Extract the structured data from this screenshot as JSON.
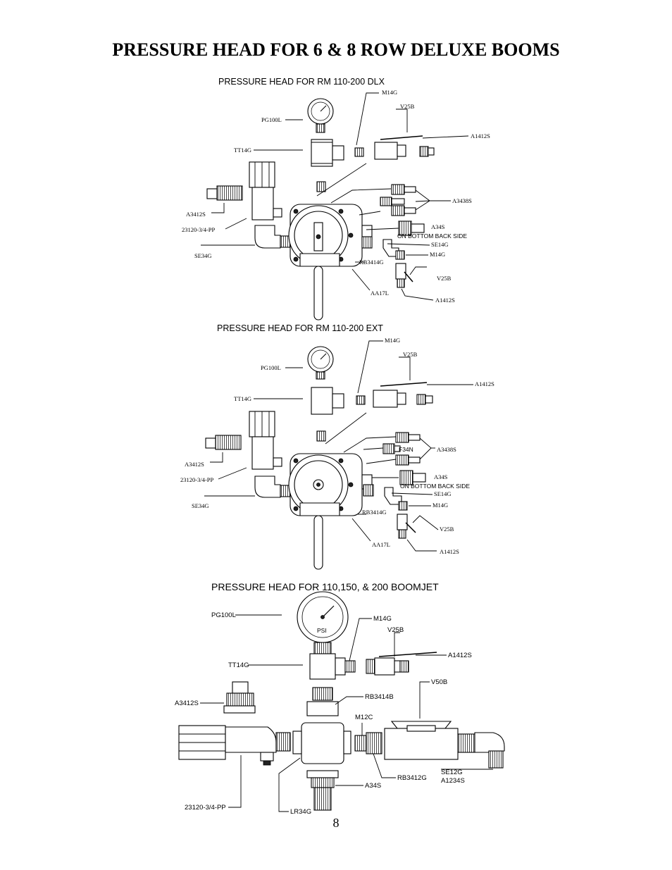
{
  "page": {
    "title": "PRESSURE HEAD FOR 6 & 8 ROW DELUXE BOOMS",
    "page_number": "8"
  },
  "sections": [
    {
      "title": "PRESSURE HEAD FOR RM 110-200 DLX",
      "labels": {
        "m14g": "M14G",
        "v25b": "V25B",
        "a1412s": "A1412S",
        "pg100l": "PG100L",
        "tt14g": "TT14G",
        "a3438s": "A3438S",
        "a3412s": "A3412S",
        "pp": "23120-3/4-PP",
        "a34s": "A34S",
        "bottom": "ON BOTTOM BACK SIDE",
        "se14g": "SE14G",
        "se34g": "SE34G",
        "m14g2": "M14G",
        "rb3414g": "RB3414G",
        "v25b2": "V25B",
        "aa17l": "AA17L",
        "a1412s2": "A1412S"
      }
    },
    {
      "title": "PRESSURE HEAD FOR RM 110-200 EXT",
      "labels": {
        "m14g": "M14G",
        "v25b": "V25B",
        "a1412s": "A1412S",
        "pg100l": "PG100L",
        "tt14g": "TT14G",
        "f34n": "F34N",
        "a3438s": "A3438S",
        "a3412s": "A3412S",
        "a34s": "A34S",
        "pp": "23120-3/4-PP",
        "bottom": "ON BOTTOM BACK SIDE",
        "se14g": "SE14G",
        "se34g": "SE34G",
        "m14g2": "M14G",
        "rb3414g": "RB3414G",
        "v25b2": "V25B",
        "aa17l": "AA17L",
        "a1412s2": "A1412S"
      }
    },
    {
      "title": "PRESSURE HEAD FOR 110,150, & 200 BOOMJET",
      "gauge_text": "PSI",
      "labels": {
        "pg100l": "PG100L",
        "m14g": "M14G",
        "v25b": "V25B",
        "a1412s": "A1412S",
        "tt14g": "TT14G",
        "rb3414b": "RB3414B",
        "v50b": "V50B",
        "a3412s": "A3412S",
        "m12c": "M12C",
        "rb3412g": "RB3412G",
        "se12g": "SE12G",
        "a1234s": "A1234S",
        "a34s": "A34S",
        "pp": "23120-3/4-PP",
        "lr34g": "LR34G"
      }
    }
  ]
}
